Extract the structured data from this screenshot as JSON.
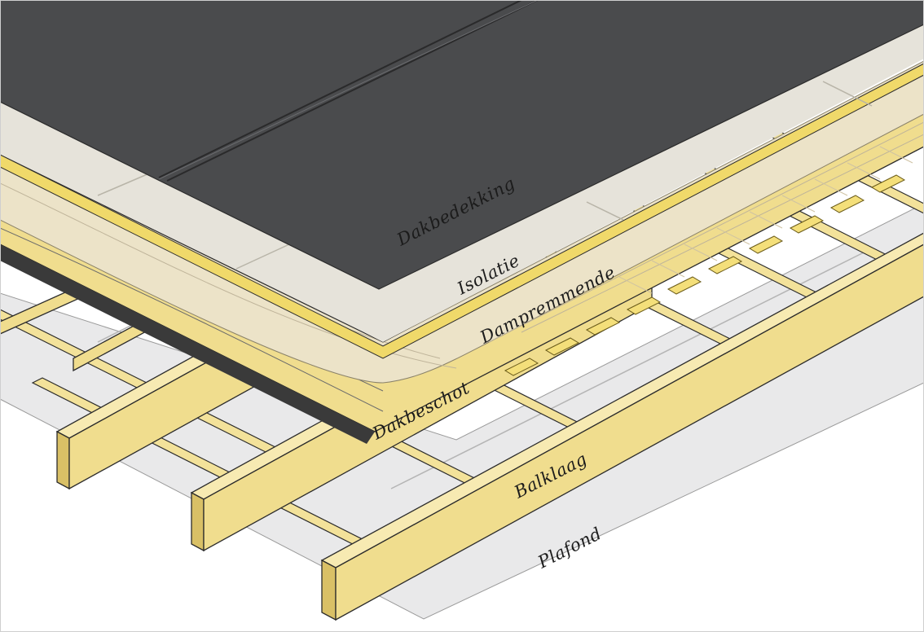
{
  "labels": {
    "dakbedekking": "Dakbedekking",
    "isolatie": "Isolatie",
    "dampremmende": "Dampremmende",
    "dakbeschot": "Dakbeschot",
    "balklaag": "Balklaag",
    "plafond": "Plafond"
  },
  "colors": {
    "roof_membrane": "#4a4b4d",
    "insulation": "#e6e3da",
    "vapor_layer": "#ece3c8",
    "timber": "#f3e29a",
    "timber_dark": "#c9ad3c",
    "ceiling": "#e9e9ea",
    "outline": "#2b2b2b"
  }
}
